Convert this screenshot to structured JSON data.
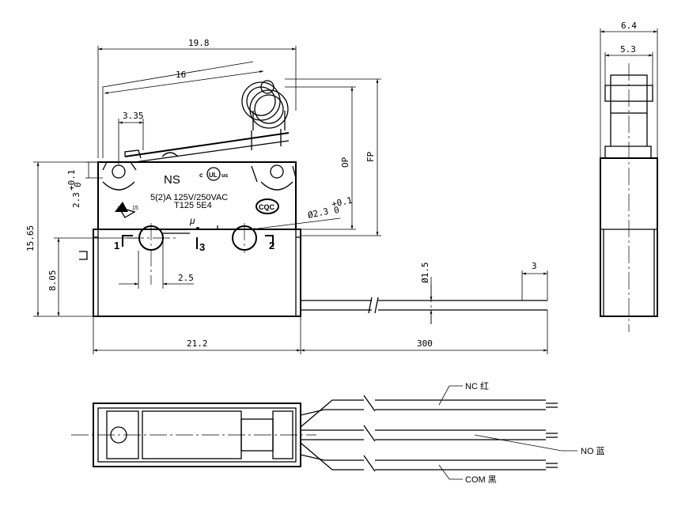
{
  "front_view": {
    "dims": {
      "width_top": "19.8",
      "lever_len": "16",
      "pivot_offset": "3.35",
      "height_total": "15.65",
      "mount_h": "8.05",
      "hole_spacing": "2.5",
      "body_width": "21.2",
      "op": "OP",
      "fp": "FP"
    },
    "tol_23_base": "2.3",
    "tol_23_upper": "+0.1",
    "tol_23_lower": "0",
    "hole_dia_base": "Ø2.3",
    "hole_dia_upper": "+0.1",
    "hole_dia_lower": "0",
    "brand": "NS",
    "cert_ul": "UL",
    "cert_c": "c",
    "cert_us": "us",
    "cert_cqc": "CQC",
    "cert_num": "15",
    "rating_line1": "5(2)A 125V/250VAC",
    "rating_line2": "T125 5E4",
    "mu_symbol": "μ",
    "term_1": "1",
    "term_3": "3",
    "term_2": "2"
  },
  "wire": {
    "dia": "Ø1.5",
    "strip_len": "3",
    "length": "300"
  },
  "side_view": {
    "width_outer": "6.4",
    "width_roller": "5.3"
  },
  "bottom_view": {
    "wire_nc": "NC 红",
    "wire_no": "NO 蓝",
    "wire_com": "COM 黑"
  }
}
